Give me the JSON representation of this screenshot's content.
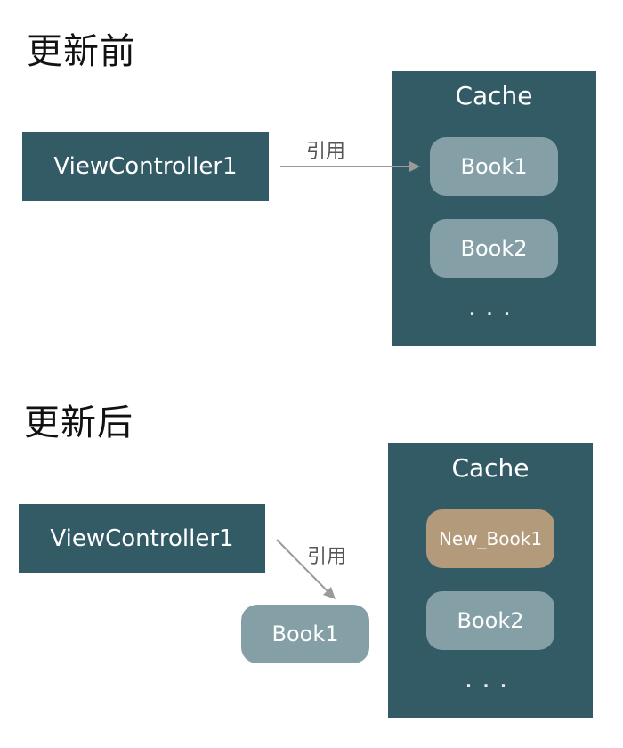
{
  "before": {
    "heading": "更新前",
    "view_controller": "ViewController1",
    "reference_label": "引用",
    "cache": {
      "title": "Cache",
      "items": [
        "Book1",
        "Book2"
      ],
      "ellipsis": "..."
    }
  },
  "after": {
    "heading": "更新后",
    "view_controller": "ViewController1",
    "reference_label": "引用",
    "detached_book": "Book1",
    "cache": {
      "title": "Cache",
      "items": [
        "New_Book1",
        "Book2"
      ],
      "ellipsis": "..."
    }
  },
  "colors": {
    "panel": "#335b66",
    "book": "#84a0a6",
    "new_book": "#b39a7b",
    "arrow": "#9a9a9a"
  }
}
